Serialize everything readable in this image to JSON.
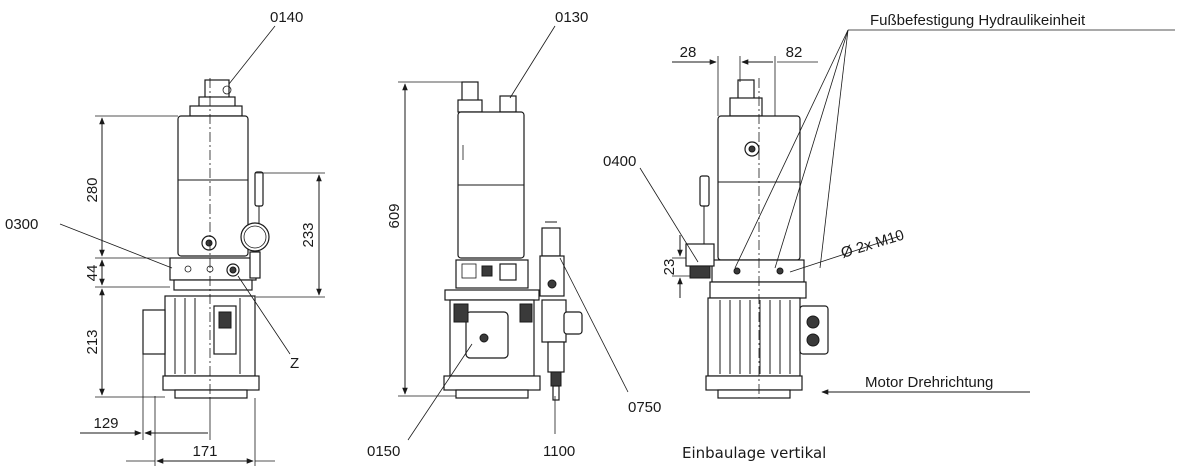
{
  "labels": {
    "p0140": "0140",
    "p0130": "0130",
    "p0300": "0300",
    "p0400": "0400",
    "p0150": "0150",
    "p1100": "1100",
    "p0750": "0750",
    "z": "Z",
    "fuss": "Fußbefestigung Hydraulikeinheit",
    "bolt": "Ø 2x M10",
    "motor_dir": "Motor Drehrichtung",
    "install": "Einbaulage vertikal"
  },
  "dimensions": {
    "d280": "280",
    "d44": "44",
    "d213": "213",
    "d233": "233",
    "d129": "129",
    "d171": "171",
    "d609": "609",
    "d28": "28",
    "d82": "82",
    "d23": "23"
  }
}
